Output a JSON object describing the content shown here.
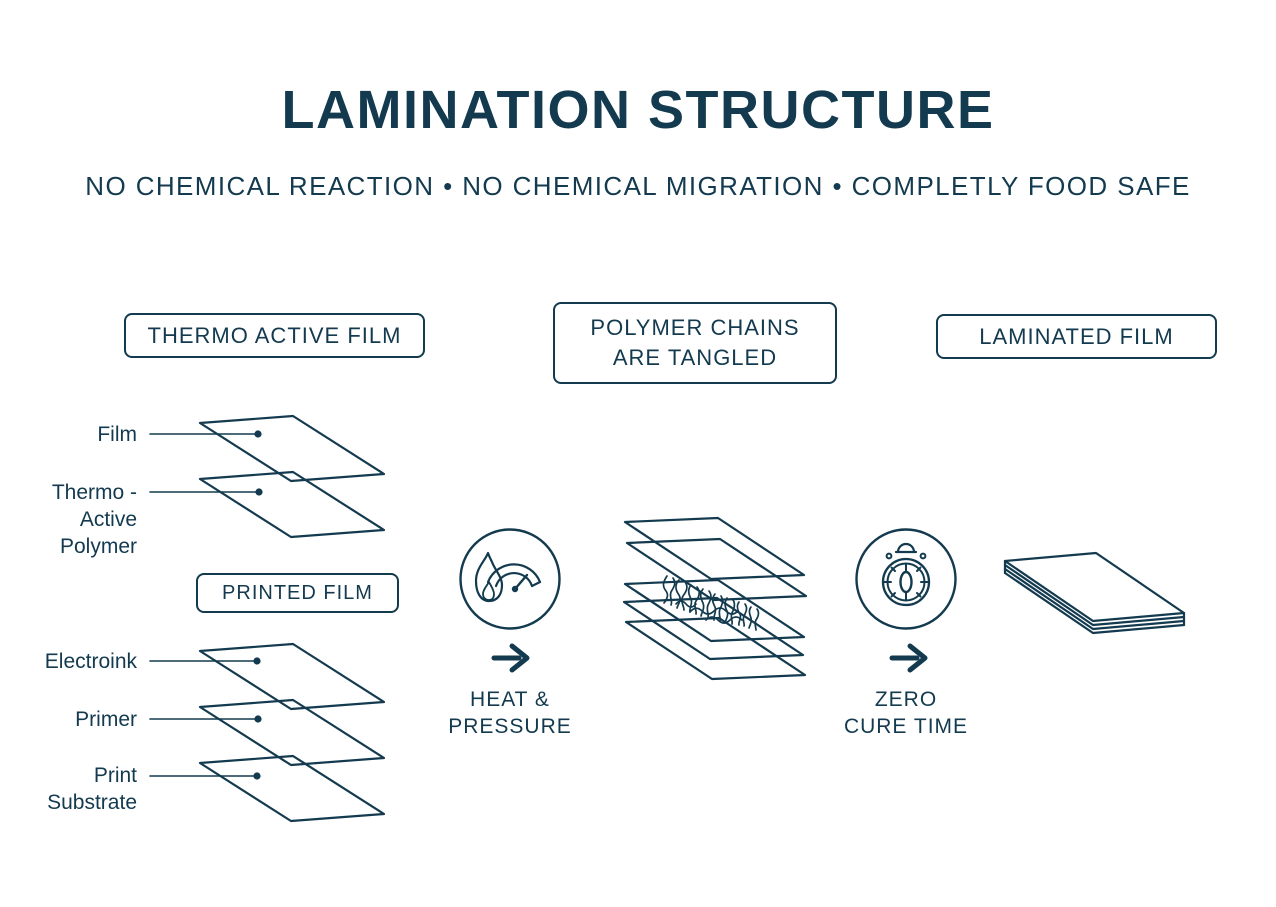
{
  "colors": {
    "ink": "#133a4e",
    "background": "#ffffff"
  },
  "header": {
    "title": "LAMINATION STRUCTURE",
    "subtitle": "NO CHEMICAL REACTION • NO CHEMICAL MIGRATION • COMPLETLY FOOD SAFE"
  },
  "stage_boxes": {
    "thermo_active_film": "THERMO ACTIVE FILM",
    "polymer_chains": "POLYMER CHAINS\nARE TANGLED",
    "laminated_film": "LAMINATED FILM",
    "printed_film": "PRINTED FILM"
  },
  "layer_labels": {
    "film": "Film",
    "thermo_active_polymer": "Thermo -\nActive\nPolymer",
    "electroink": "Electroink",
    "primer": "Primer",
    "print_substrate": "Print\nSubstrate"
  },
  "process_steps": {
    "heat_pressure": "HEAT &\nPRESSURE",
    "zero_cure_time": "ZERO\nCURE TIME"
  },
  "icons": {
    "step1": "flame-pressure-gauge-icon",
    "step2": "stopwatch-icon",
    "between": "arrow-right-icon"
  }
}
